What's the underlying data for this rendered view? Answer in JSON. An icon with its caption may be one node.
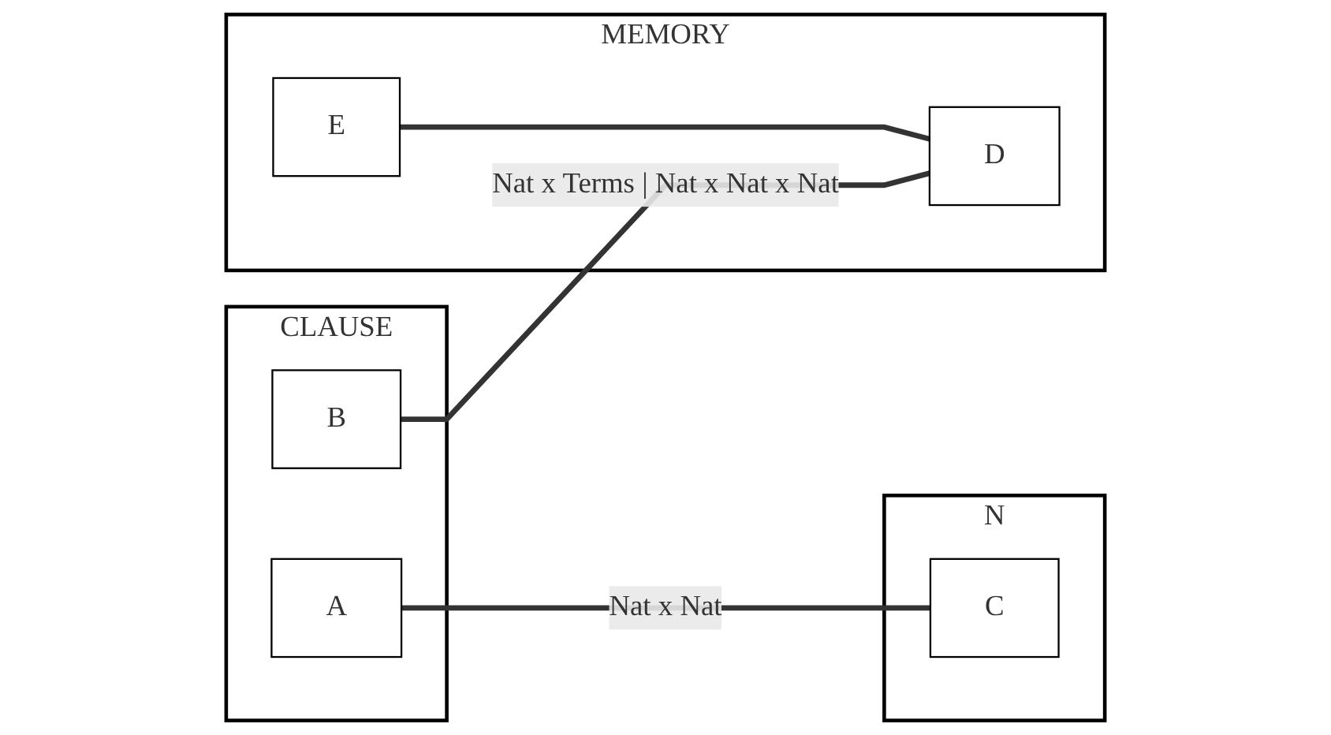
{
  "diagram": {
    "nodes": [
      {
        "text": [
          "CLAUSE"
        ]
      },
      {
        "text": [
          "A"
        ],
        "in": 0
      },
      {
        "text": [
          "B"
        ],
        "in": 0
      },
      {
        "text": [
          "N"
        ]
      },
      {
        "text": [
          "C"
        ],
        "in": 3
      },
      {
        "text": [
          "MEMORY"
        ]
      },
      {
        "text": [
          "D"
        ],
        "in": 5
      },
      {
        "text": [
          "E"
        ],
        "in": 5
      }
    ],
    "edges": [
      {
        "from": 1,
        "to": 4,
        "arrow": "none",
        "label": "Nat x Nat"
      },
      {
        "from": 2,
        "to": 6,
        "arrow": "none",
        "label": "Nat x Terms | Nat x Nat x Nat"
      },
      {
        "from": 7,
        "to": 6,
        "arrow": "none"
      }
    ]
  }
}
